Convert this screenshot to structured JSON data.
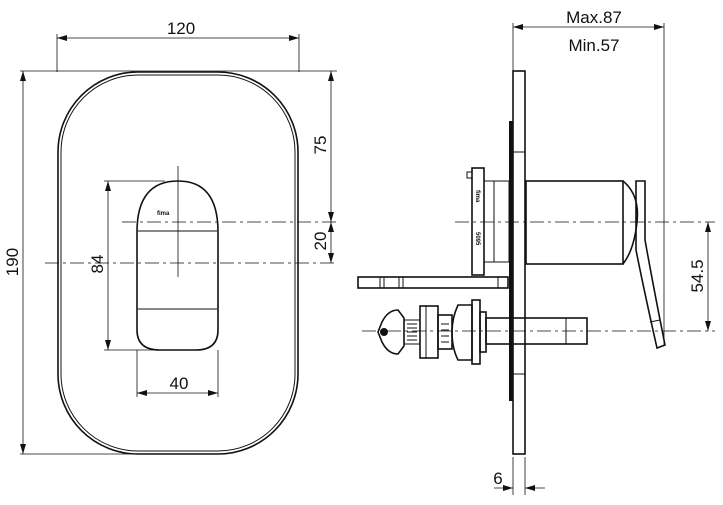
{
  "front_view": {
    "dim_width": "120",
    "dim_height": "190",
    "dim_top_to_handle_axis": "75",
    "dim_axis_offset": "20",
    "dim_handle_height": "84",
    "dim_handle_width": "40",
    "logo": "fima"
  },
  "side_view": {
    "dim_max": "Max.87",
    "dim_min": "Min.57",
    "dim_axis_distance": "54.5",
    "dim_plate_thickness": "6",
    "bracket_text_1": "fima",
    "bracket_text_2": "5095"
  },
  "colors": {
    "line": "#111111",
    "background": "#ffffff"
  }
}
